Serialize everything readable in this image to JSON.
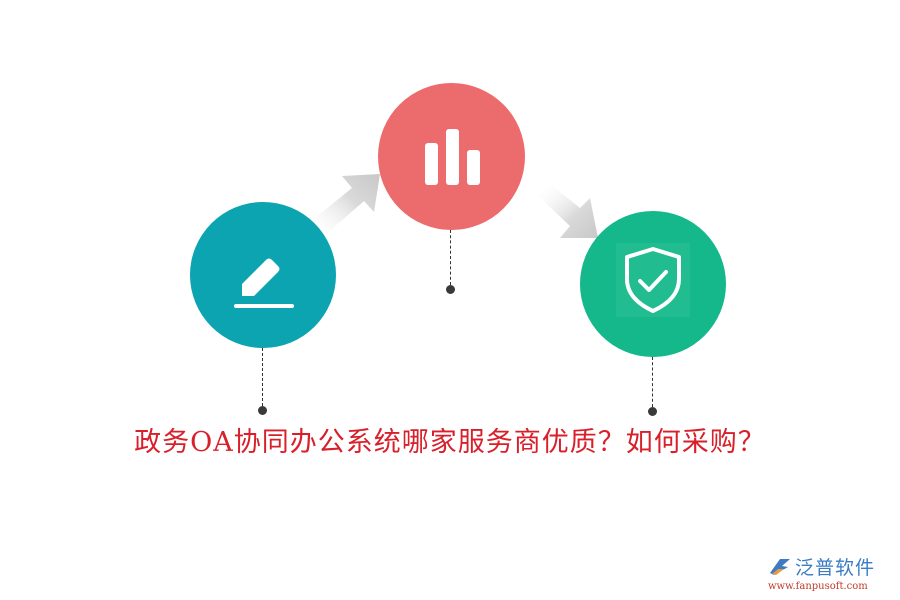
{
  "diagram": {
    "steps": [
      {
        "id": "edit",
        "icon": "pencil-edit-icon",
        "color": "#0ba4b0"
      },
      {
        "id": "analyze",
        "icon": "bar-chart-icon",
        "color": "#ec6b6c"
      },
      {
        "id": "secure",
        "icon": "shield-check-icon",
        "color": "#14b88a"
      }
    ],
    "arrows": [
      {
        "from": "edit",
        "to": "analyze",
        "direction": "up-right",
        "color": "#cccccc"
      },
      {
        "from": "analyze",
        "to": "secure",
        "direction": "down-right",
        "color": "#cccccc"
      }
    ],
    "leader_color": "#333333",
    "dot_color": "#3a3a3a"
  },
  "title": {
    "text": "政务OA协同办公系统哪家服务商优质？如何采购？",
    "color": "#d81f2a"
  },
  "logo": {
    "name": "泛普软件",
    "url": "www.fanpusoft.com",
    "name_color": "#3b7cc4",
    "url_color": "#c0392b"
  }
}
